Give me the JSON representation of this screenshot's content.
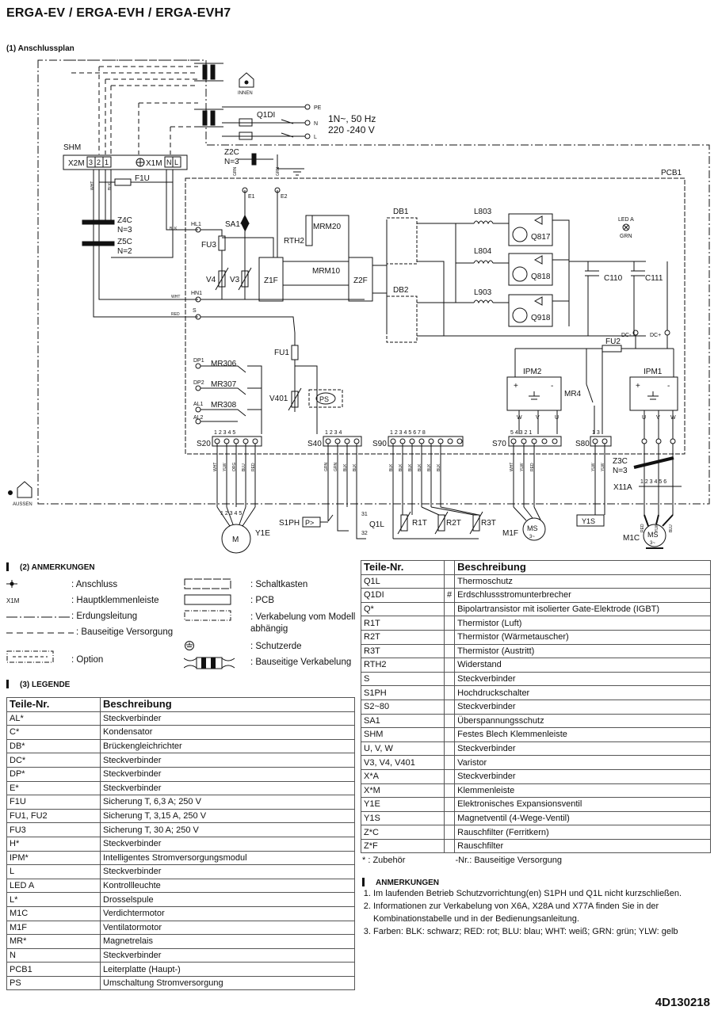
{
  "title": "ERGA-EV / ERGA-EVH / ERGA-EVH7",
  "section1": "(1) Anschlussplan",
  "diagram": {
    "innen": "INNEN",
    "aussen": "AUSSEN",
    "pe": "PE",
    "n": "N",
    "l": "L",
    "q1di": "Q1DI",
    "supply1": "1N~, 50 Hz",
    "supply2": "220 -240 V",
    "shm": "SHM",
    "x2m": "X2M",
    "x2m_terms": [
      "3",
      "2",
      "1"
    ],
    "x1m": "X1M",
    "x1m_terms": [
      "N",
      "L"
    ],
    "z2c": "Z2C",
    "z2c_n": "N=3",
    "pcb1": "PCB1",
    "f1u": "F1U",
    "z4c": "Z4C",
    "z4c_n": "N=3",
    "z5c": "Z5C",
    "z5c_n": "N=2",
    "hl1": "HL1",
    "hn1": "HN1",
    "s": "S",
    "sa1": "SA1",
    "fu3": "FU3",
    "v4": "V4",
    "v3": "V3",
    "z1f": "Z1F",
    "z2f": "Z2F",
    "rth2": "RTH2",
    "mrm20": "MRM20",
    "mrm10": "MRM10",
    "e1": "E1",
    "e2": "E2",
    "db1": "DB1",
    "db2": "DB2",
    "l803": "L803",
    "l804": "L804",
    "l903": "L903",
    "q817": "Q817",
    "q818": "Q818",
    "q918": "Q918",
    "led_a": "LED A",
    "grn": "GRN",
    "c110": "C110",
    "c111": "C111",
    "dcm": "DC-",
    "dcp": "DC+",
    "fu2": "FU2",
    "ipm2": "IPM2",
    "ipm1": "IPM1",
    "fu1": "FU1",
    "mr4": "MR4",
    "mr306": "MR306",
    "mr307": "MR307",
    "mr308": "MR308",
    "dp1": "DP1",
    "dp2": "DP2",
    "al1": "AL1",
    "al2": "AL2",
    "v401": "V401",
    "ps": "PS",
    "s20": "S20",
    "s40": "S40",
    "s90": "S90",
    "s70": "S70",
    "s80": "S80",
    "z3c": "Z3C",
    "z3c_n": "N=3",
    "x11a": "X11A",
    "y1e": "Y1E",
    "s1ph": "S1PH",
    "q1l": "Q1L",
    "r1t": "R1T",
    "r2t": "R2T",
    "r3t": "R3T",
    "m1f": "M1F",
    "m1c": "M1C",
    "y1s": "Y1S",
    "ms": "MS",
    "m": "M",
    "wht": "WHT",
    "blk": "BLK",
    "red": "RED",
    "ylw": "YLW",
    "grn_w": "GRN",
    "blu": "BLU",
    "org": "ORG",
    "u": "U",
    "v": "V",
    "w": "W"
  },
  "anmerkungen": {
    "heading": "(2) ANMERKUNGEN",
    "items": [
      {
        "label": ": Anschluss"
      },
      {
        "label": ": Hauptklemmenleiste",
        "symbol": "X1M"
      },
      {
        "label": ": Erdungsleitung"
      },
      {
        "label": ": Bauseitige Versorgung"
      },
      {
        "label": ": Option"
      },
      {
        "label": ": Schaltkasten"
      },
      {
        "label": ": PCB"
      },
      {
        "label": ": Verkabelung vom Modell abhängig"
      },
      {
        "label": ": Schutzerde"
      },
      {
        "label": ": Bauseitige Verkabelung"
      }
    ]
  },
  "legende": {
    "heading": "(3) LEGENDE",
    "col1": "Teile-Nr.",
    "col2": "Beschreibung",
    "rows": [
      [
        "AL*",
        "Steckverbinder"
      ],
      [
        "C*",
        "Kondensator"
      ],
      [
        "DB*",
        "Brückengleichrichter"
      ],
      [
        "DC*",
        "Steckverbinder"
      ],
      [
        "DP*",
        "Steckverbinder"
      ],
      [
        "E*",
        "Steckverbinder"
      ],
      [
        "F1U",
        "Sicherung T, 6,3 A; 250 V"
      ],
      [
        "FU1, FU2",
        "Sicherung T, 3,15 A, 250 V"
      ],
      [
        "FU3",
        "Sicherung T, 30 A; 250 V"
      ],
      [
        "H*",
        "Steckverbinder"
      ],
      [
        "IPM*",
        "Intelligentes Stromversorgungsmodul"
      ],
      [
        "L",
        "Steckverbinder"
      ],
      [
        "LED A",
        "Kontrollleuchte"
      ],
      [
        "L*",
        "Drosselspule"
      ],
      [
        "M1C",
        "Verdichtermotor"
      ],
      [
        "M1F",
        "Ventilatormotor"
      ],
      [
        "MR*",
        "Magnetrelais"
      ],
      [
        "N",
        "Steckverbinder"
      ],
      [
        "PCB1",
        "Leiterplatte (Haupt-)"
      ],
      [
        "PS",
        "Umschaltung Stromversorgung"
      ]
    ]
  },
  "legende2": {
    "col1": "Teile-Nr.",
    "col2": "Beschreibung",
    "rows": [
      [
        "Q1L",
        "",
        "Thermoschutz"
      ],
      [
        "Q1DI",
        "#",
        "Erdschlussstromunterbrecher"
      ],
      [
        "Q*",
        "",
        "Bipolartransistor mit isolierter Gate-Elektrode (IGBT)"
      ],
      [
        "R1T",
        "",
        "Thermistor (Luft)"
      ],
      [
        "R2T",
        "",
        "Thermistor (Wärmetauscher)"
      ],
      [
        "R3T",
        "",
        "Thermistor (Austritt)"
      ],
      [
        "RTH2",
        "",
        "Widerstand"
      ],
      [
        "S",
        "",
        "Steckverbinder"
      ],
      [
        "S1PH",
        "",
        "Hochdruckschalter"
      ],
      [
        "S2~80",
        "",
        "Steckverbinder"
      ],
      [
        "SA1",
        "",
        "Überspannungsschutz"
      ],
      [
        "SHM",
        "",
        "Festes Blech Klemmenleiste"
      ],
      [
        "U, V, W",
        "",
        "Steckverbinder"
      ],
      [
        "V3, V4, V401",
        "",
        "Varistor"
      ],
      [
        "X*A",
        "",
        "Steckverbinder"
      ],
      [
        "X*M",
        "",
        "Klemmenleiste"
      ],
      [
        "Y1E",
        "",
        "Elektronisches Expansionsventil"
      ],
      [
        "Y1S",
        "",
        "Magnetventil (4-Wege-Ventil)"
      ],
      [
        "Z*C",
        "",
        "Rauschfilter (Ferritkern)"
      ],
      [
        "Z*F",
        "",
        "Rauschfilter"
      ]
    ],
    "footnote_a": "* : Zubehör",
    "footnote_b": "-Nr.: Bauseitige Versorgung"
  },
  "anmerkungen2": {
    "heading": "ANMERKUNGEN",
    "items": [
      "Im laufenden Betrieb Schutzvorrichtung(en) S1PH und Q1L nicht kurzschließen.",
      "Informationen zur Verkabelung von X6A, X28A und X77A finden Sie in der Kombinationstabelle und in der Bedienungsanleitung.",
      "Farben: BLK: schwarz; RED: rot; BLU: blau; WHT: weiß; GRN: grün; YLW: gelb"
    ]
  },
  "doc_number": "4D130218"
}
